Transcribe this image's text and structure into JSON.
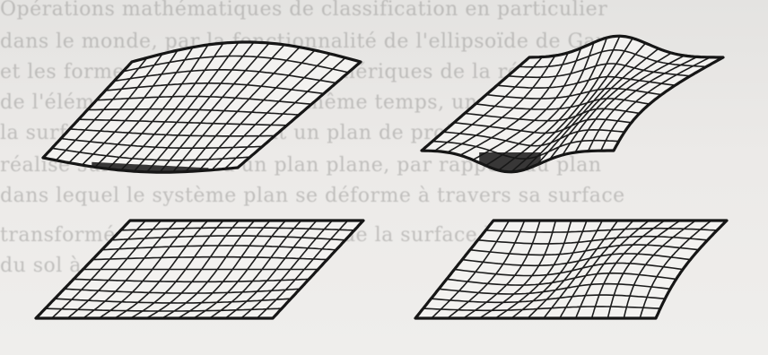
{
  "background_text": [
    "Opérations mathématiques de classification en particulier",
    "dans le monde, par la fonctionnalité de l'ellipsoïde de Gauss",
    "et les formes géométriques et sphériques de la réalité",
    "de l'élément courbe. Dans le même temps, un déplacement de",
    "la surface plane, on obtient un plan de projection",
    "réalisé sur la courbe d'un plan plane, par rapport au plan",
    "dans lequel le système plan se déforme à travers sa surface",
    "transformé selon la composition de la surface lisse.",
    "du sol à partir de la diagonale."
  ],
  "colors": {
    "ink": "#161616",
    "paper": "#f3f2f0",
    "page_background": "#e9e8e6"
  },
  "plates": [
    {
      "id": "plate-top-left",
      "deformation": "lens-bulge",
      "grid_rows": 10,
      "grid_cols": 15
    },
    {
      "id": "plate-top-right",
      "deformation": "wave-fold",
      "grid_rows": 10,
      "grid_cols": 15
    },
    {
      "id": "plate-bottom-left",
      "deformation": "gentle-shear",
      "grid_rows": 10,
      "grid_cols": 15
    },
    {
      "id": "plate-bottom-right",
      "deformation": "wave-shear",
      "grid_rows": 10,
      "grid_cols": 15
    }
  ]
}
